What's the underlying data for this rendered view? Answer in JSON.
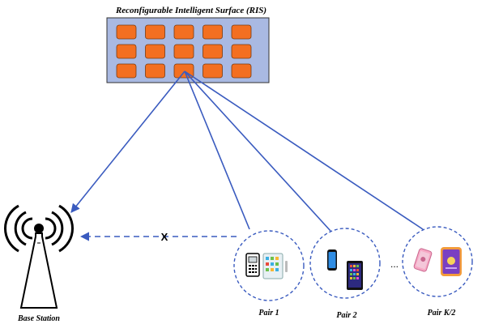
{
  "ris": {
    "title": "Reconfigurable Intelligent Surface (RIS)",
    "rows": 3,
    "cols": 5,
    "panel_color": "#a9b9e2",
    "element_color": "#f36f21"
  },
  "base_station": {
    "label": "Base Station",
    "icon": "antenna-tower-icon"
  },
  "blocked_link": {
    "marker": "X"
  },
  "pairs": [
    {
      "label": "Pair 1",
      "devices": [
        "feature-phone-icon",
        "tablet-icon"
      ]
    },
    {
      "label": "Pair 2",
      "devices": [
        "smartphone-icon",
        "smartphone-icon"
      ]
    },
    {
      "label": "Pair K/2",
      "devices": [
        "smartphone-pink-icon",
        "smartphone-purple-icon"
      ]
    }
  ],
  "ellipsis": "...",
  "link_color": "#3a5bbf"
}
